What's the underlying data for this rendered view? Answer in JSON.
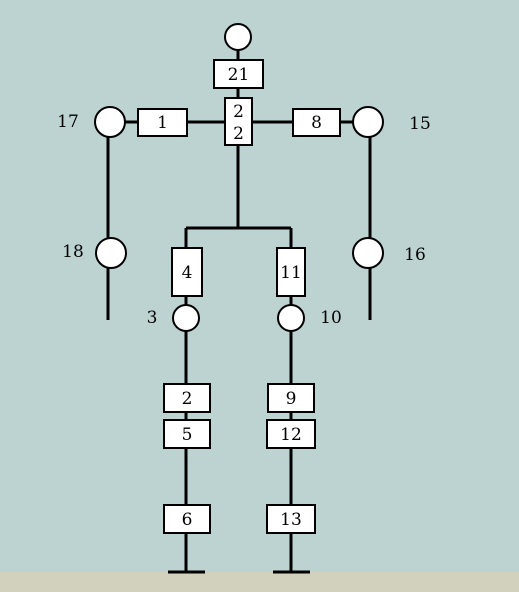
{
  "diagram": {
    "colors": {
      "background": "#bdd3d2",
      "ground": "#d2d1be",
      "stroke": "#000000",
      "fill": "#ffffff"
    },
    "segments": {
      "head_link": "21",
      "neck_top": "2",
      "neck_bottom": "2",
      "left_upper_arm": "1",
      "right_upper_arm": "8",
      "left_thigh": "4",
      "right_thigh": "11",
      "left_shin_upper": "2",
      "left_shin_lower": "5",
      "left_foot": "6",
      "right_shin_upper": "9",
      "right_shin_lower": "12",
      "right_foot": "13"
    },
    "joints": {
      "left_shoulder": "17",
      "left_elbow": "18",
      "right_shoulder": "15",
      "right_elbow": "16",
      "left_knee": "3",
      "right_knee": "10"
    }
  }
}
